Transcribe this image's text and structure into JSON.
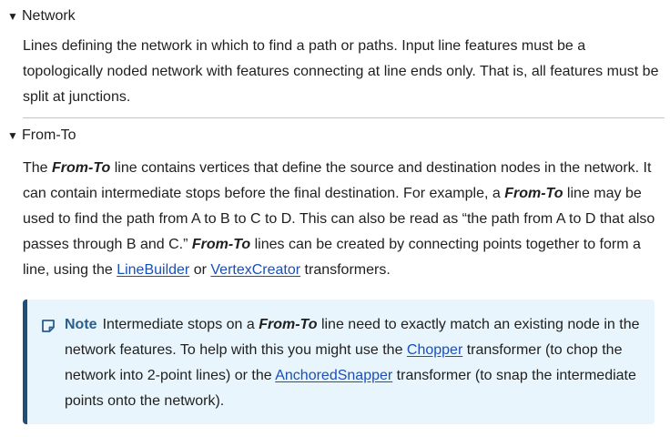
{
  "network": {
    "caret": "▼",
    "title": "Network",
    "body": "Lines defining the network in which to find a path or paths. Input line features must be a topologically noded network with features connecting at line ends only. That is, all features must be split at junctions."
  },
  "fromto": {
    "caret": "▼",
    "title": "From-To",
    "p_1": "The ",
    "term_1": "From-To",
    "p_2": " line contains vertices that define the source and destination nodes in the network. It can contain intermediate stops before the final destination. For example, a ",
    "term_2": "From-To",
    "p_3": " line may be used to find the path from A to B to C to D. This can also be read as “the path from A to D that also passes through B and C.” ",
    "term_3": "From-To",
    "p_4": " lines can be created by connecting points together to form a line, using the ",
    "link_linebuilder": "LineBuilder",
    "p_5": " or ",
    "link_vertexcreator": "VertexCreator",
    "p_6": " transformers."
  },
  "note": {
    "icon": "note-icon",
    "label": "Note",
    "p_1": "Intermediate stops on a ",
    "term_1": "From-To",
    "p_2": " line need to exactly match an existing node in the network features. To help with this you might use the ",
    "link_chopper": "Chopper",
    "p_3": " transformer (to chop the network into 2-point lines) or the ",
    "link_anchoredsnapper": "AnchoredSnapper",
    "p_4": " transformer (to snap the intermediate points onto the network)."
  },
  "colors": {
    "divider": "#c9d36a",
    "link": "#1a4fb8",
    "note_background": "#e9f5fc",
    "note_border": "#1f4e79",
    "note_label": "#2c5e8a"
  }
}
